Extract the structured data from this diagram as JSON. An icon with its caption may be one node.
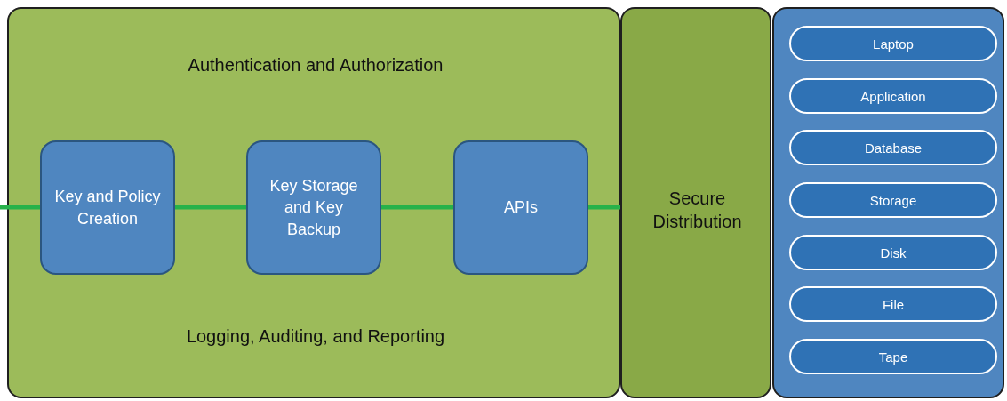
{
  "diagram": {
    "nodes": [
      {
        "text": [
          "Authentication and Authorization",
          "Logging, Auditing, and Reporting"
        ]
      },
      {
        "text": [
          "Key and Policy Creation"
        ],
        "in": 0
      },
      {
        "text": [
          "Key Storage and Key Backup"
        ],
        "in": 0
      },
      {
        "text": [
          "APIs"
        ],
        "in": 0
      },
      {
        "text": [
          "Secure Distribution"
        ]
      },
      {
        "text": [],
        "shape": "box"
      },
      {
        "text": [
          "Laptop"
        ],
        "in": 5
      },
      {
        "text": [
          "Application"
        ],
        "in": 5
      },
      {
        "text": [
          "Database"
        ],
        "in": 5
      },
      {
        "text": [
          "Storage"
        ],
        "in": 5
      },
      {
        "text": [
          "Disk"
        ],
        "in": 5
      },
      {
        "text": [
          "File"
        ],
        "in": 5
      },
      {
        "text": [
          "Tape"
        ],
        "in": 5
      }
    ],
    "edges": [
      {
        "from": null,
        "to": 1,
        "arrow": "none"
      },
      {
        "from": 1,
        "to": 2,
        "arrow": "none"
      },
      {
        "from": 2,
        "to": 3,
        "arrow": "none"
      },
      {
        "from": 3,
        "to": 4,
        "arrow": "none"
      }
    ]
  }
}
